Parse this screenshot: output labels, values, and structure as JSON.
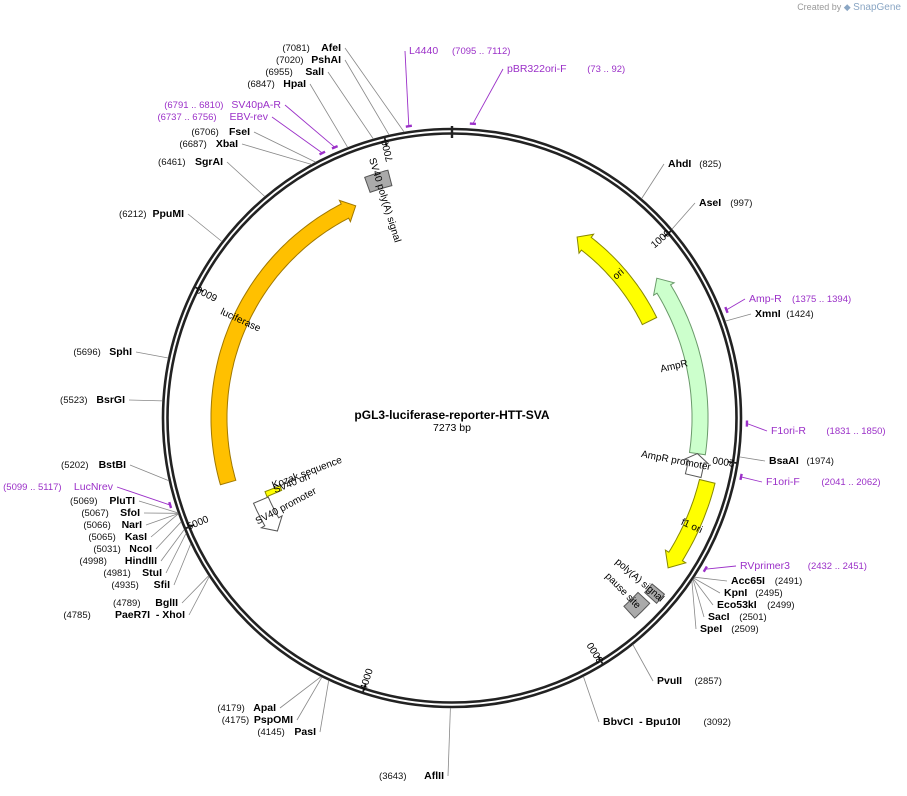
{
  "app": {
    "credit_text": "Created by",
    "credit_brand": "SnapGene"
  },
  "plasmid": {
    "name": "pGL3-luciferase-reporter-HTT-SVA",
    "length_label": "7273 bp",
    "length": 7273
  },
  "ticks": [
    {
      "pos": 1000,
      "label": "1000"
    },
    {
      "pos": 2000,
      "label": "2000"
    },
    {
      "pos": 3000,
      "label": "3000"
    },
    {
      "pos": 4000,
      "label": "4000"
    },
    {
      "pos": 5000,
      "label": "5000"
    },
    {
      "pos": 6000,
      "label": "6000"
    },
    {
      "pos": 7000,
      "label": "7000"
    }
  ],
  "features": [
    {
      "id": "ori",
      "label": "ori",
      "start": 1290,
      "end": 700,
      "dir": -1,
      "color": "#ffff00",
      "stroke": "#888800",
      "label_inside": true
    },
    {
      "id": "ampr",
      "label": "AmpR",
      "start": 1125,
      "end": 1985,
      "dir": -1,
      "color": "#ccffcc",
      "stroke": "#6a9a6a"
    },
    {
      "id": "ampr-promoter",
      "label": "AmpR promoter",
      "start": 1985,
      "end": 2090,
      "dir": -1,
      "color": "#ffffff",
      "stroke": "#555555"
    },
    {
      "id": "f1ori",
      "label": "f1 ori",
      "start": 2100,
      "end": 2520,
      "dir": 1,
      "color": "#ffff00",
      "stroke": "#888800",
      "label_inside": true
    },
    {
      "id": "polya-signal",
      "label": "poly(A) signal",
      "start": 2620,
      "end": 2670,
      "dir": 0,
      "color": "#aaaaaa",
      "stroke": "#555555"
    },
    {
      "id": "pause-site",
      "label": "pause site",
      "start": 2690,
      "end": 2780,
      "dir": 0,
      "color": "#aaaaaa",
      "stroke": "#555555"
    },
    {
      "id": "sv40-promoter",
      "label": "SV40 promoter",
      "start": 4790,
      "end": 4985,
      "dir": -1,
      "color": "#ffffff",
      "stroke": "#555555"
    },
    {
      "id": "sv40-ori",
      "label": "SV40 ori",
      "start": 4990,
      "end": 5020,
      "dir": 0,
      "color": "#ffff00",
      "stroke": "#888800"
    },
    {
      "id": "luciferase",
      "label": "luciferase",
      "start": 5130,
      "end": 6780,
      "dir": 1,
      "color": "#ffc000",
      "stroke": "#a07800",
      "label_inside": true
    },
    {
      "id": "sv40-polya",
      "label": "SV40 poly(A) signal",
      "start": 6870,
      "end": 6980,
      "dir": 0,
      "color": "#aaaaaa",
      "stroke": "#555555"
    }
  ],
  "feature_texts": [
    {
      "id": "kozak",
      "label": "Kozak sequence"
    }
  ],
  "enzymes": [
    {
      "name": "AfeI",
      "pos_text": "(7081)",
      "site": 7081
    },
    {
      "name": "PshAI",
      "pos_text": "(7020)",
      "site": 7020
    },
    {
      "name": "SalI",
      "pos_text": "(6955)",
      "site": 6955
    },
    {
      "name": "HpaI",
      "pos_text": "(6847)",
      "site": 6847
    },
    {
      "name": "FseI",
      "pos_text": "(6706)",
      "site": 6706
    },
    {
      "name": "XbaI",
      "pos_text": "(6687)",
      "site": 6687
    },
    {
      "name": "SgrAI",
      "pos_text": "(6461)",
      "site": 6461
    },
    {
      "name": "PpuMI",
      "pos_text": "(6212)",
      "site": 6212
    },
    {
      "name": "SphI",
      "pos_text": "(5696)",
      "site": 5696
    },
    {
      "name": "BsrGI",
      "pos_text": "(5523)",
      "site": 5523
    },
    {
      "name": "BstBI",
      "pos_text": "(5202)",
      "site": 5202
    },
    {
      "name": "PluTI",
      "pos_text": "(5069)",
      "site": 5069
    },
    {
      "name": "SfoI",
      "pos_text": "(5067)",
      "site": 5067
    },
    {
      "name": "NarI",
      "pos_text": "(5066)",
      "site": 5066
    },
    {
      "name": "KasI",
      "pos_text": "(5065)",
      "site": 5065
    },
    {
      "name": "NcoI",
      "pos_text": "(5031)",
      "site": 5031
    },
    {
      "name": "HindIII",
      "pos_text": "(4998)",
      "site": 4998
    },
    {
      "name": "StuI",
      "pos_text": "(4981)",
      "site": 4981
    },
    {
      "name": "SfiI",
      "pos_text": "(4935)",
      "site": 4935
    },
    {
      "name": "BglII",
      "pos_text": "(4789)",
      "site": 4789
    },
    {
      "name": "PaeR7I  - XhoI",
      "pos_text": "(4785)",
      "site": 4785
    },
    {
      "name": "ApaI",
      "pos_text": "(4179)",
      "site": 4179
    },
    {
      "name": "PspOMI",
      "pos_text": "(4175)",
      "site": 4175
    },
    {
      "name": "PasI",
      "pos_text": "(4145)",
      "site": 4145
    },
    {
      "name": "AflII",
      "pos_text": "(3643)",
      "site": 3643
    },
    {
      "name": "BbvCI  - Bpu10I",
      "pos_text": "(3092)",
      "site": 3092
    },
    {
      "name": "PvuII",
      "pos_text": "(2857)",
      "site": 2857
    },
    {
      "name": "SpeI",
      "pos_text": "(2509)",
      "site": 2509
    },
    {
      "name": "SacI",
      "pos_text": "(2501)",
      "site": 2501
    },
    {
      "name": "Eco53kI",
      "pos_text": "(2499)",
      "site": 2499
    },
    {
      "name": "KpnI",
      "pos_text": "(2495)",
      "site": 2495
    },
    {
      "name": "Acc65I",
      "pos_text": "(2491)",
      "site": 2491
    },
    {
      "name": "BsaAI",
      "pos_text": "(1974)",
      "site": 1974
    },
    {
      "name": "XmnI",
      "pos_text": "(1424)",
      "site": 1424
    },
    {
      "name": "AseI",
      "pos_text": "(997)",
      "site": 997
    },
    {
      "name": "AhdI",
      "pos_text": "(825)",
      "site": 825
    }
  ],
  "primers": [
    {
      "name": "L4440",
      "pos_text": "(7095 .. 7112)",
      "site": 7103
    },
    {
      "name": "pBR322ori-F",
      "pos_text": "(73 .. 92)",
      "site": 82
    },
    {
      "name": "SV40pA-R",
      "pos_text": "(6791 .. 6810)",
      "site": 6800
    },
    {
      "name": "EBV-rev",
      "pos_text": "(6737 .. 6756)",
      "site": 6746
    },
    {
      "name": "LucNrev",
      "pos_text": "(5099 .. 5117)",
      "site": 5108
    },
    {
      "name": "Amp-R",
      "pos_text": "(1375 .. 1394)",
      "site": 1384
    },
    {
      "name": "F1ori-R",
      "pos_text": "(1831 .. 1850)",
      "site": 1840
    },
    {
      "name": "F1ori-F",
      "pos_text": "(2041 .. 2062)",
      "site": 2051
    },
    {
      "name": "RVprimer3",
      "pos_text": "(2432 .. 2451)",
      "site": 2441
    }
  ],
  "colors": {
    "primer": "#9b30c8",
    "backbone": "#222222",
    "leader": "#888888"
  }
}
